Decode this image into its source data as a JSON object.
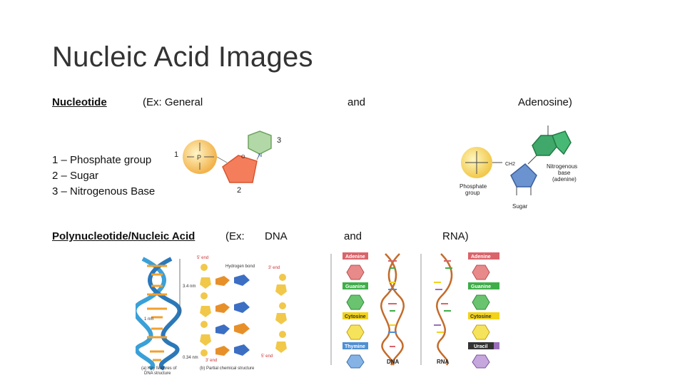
{
  "slide": {
    "title": "Nucleic Acid Images",
    "row1": {
      "heading": "Nucleotide",
      "ex_general": "(Ex: General",
      "and": "and",
      "adenosine": "Adenosine)"
    },
    "components": [
      "1 – Phosphate group",
      "2 – Sugar",
      "3 – Nitrogenous Base"
    ],
    "row2": {
      "heading": "Polynucleotide/Nucleic Acid",
      "ex": "(Ex:",
      "dna": "DNA",
      "and": "and",
      "rna": "RNA)"
    }
  },
  "figures": {
    "general_nucleotide": {
      "label1": "1",
      "label2": "2",
      "label3": "3",
      "n_label": "N",
      "o_label": "O",
      "p_label": "P"
    },
    "adenosine": {
      "phosphate_label_1": "Phosphate",
      "phosphate_label_2": "group",
      "sugar_label": "Sugar",
      "base_label_1": "Nitrogenous",
      "base_label_2": "base",
      "base_label_3": "(adenine)",
      "ch2": "CH2"
    },
    "dna_structure": {
      "hydrogen_bond": "Hydrogen bond",
      "end_5_top": "5' end",
      "end_3_top": "3' end",
      "end_3_bottom": "3' end",
      "end_5_bottom": "5' end",
      "dim_34": "3.4 nm",
      "dim_1": "1 nm",
      "dim_034": "0.34 nm",
      "caption_a_1": "(a) Key features of",
      "caption_a_2": "DNA structure",
      "caption_b": "(b) Partial chemical structure"
    },
    "dna_rna": {
      "bases_dna": [
        "Adenine",
        "Guanine",
        "Cytosine",
        "Thymine"
      ],
      "bases_rna": [
        "Adenine",
        "Guanine",
        "Cytosine",
        "Uracil"
      ],
      "dna_label": "DNA",
      "rna_label": "RNA",
      "colors": {
        "adenine": "#d9646a",
        "guanine": "#3fae49",
        "cytosine": "#f2d21a",
        "thymine": "#4f8fd4",
        "uracil": "#9b6fb8"
      }
    }
  }
}
